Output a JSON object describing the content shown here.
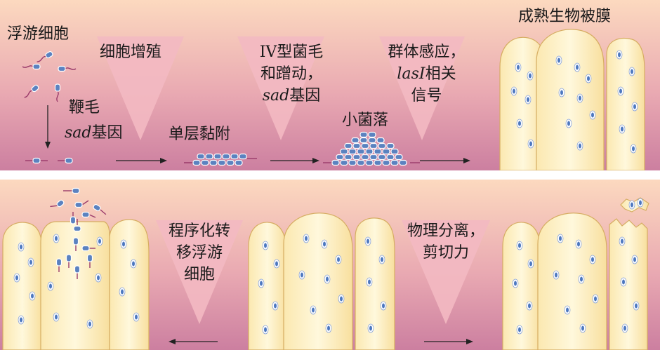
{
  "colors": {
    "bg_top": "#fcd9bf",
    "bg_bottom": "#cc7fa0",
    "triangle": "#f3b9c2",
    "cell_fill": "#fdf2c6",
    "cell_stroke": "#d6ad62",
    "bacterium": "#5b82c0",
    "flagellum": "#9a3a6a"
  },
  "top": {
    "planktonic": "浮游细胞",
    "flagella": "鞭毛",
    "sad_gene_a_italic": "sad",
    "sad_gene_a_rest": "基因",
    "proliferation": "细胞增殖",
    "monolayer": "单层黏附",
    "pili_line1_prefix": "IV",
    "pili_line1_rest": "型菌毛",
    "pili_line2": "和蹭动，",
    "sad_gene_b_italic": "sad",
    "sad_gene_b_rest": "基因",
    "microcolony": "小菌落",
    "quorum_line1": "群体感应，",
    "quorum_line2_italic": "lasI",
    "quorum_line2_rest": "相关",
    "quorum_line3": "信号",
    "mature": "成熟生物被膜"
  },
  "bottom": {
    "dispersal_line1": "程序化转",
    "dispersal_line2": "移浮游",
    "dispersal_line3": "细胞",
    "detach_line1": "物理分离，",
    "detach_line2": "剪切力"
  }
}
